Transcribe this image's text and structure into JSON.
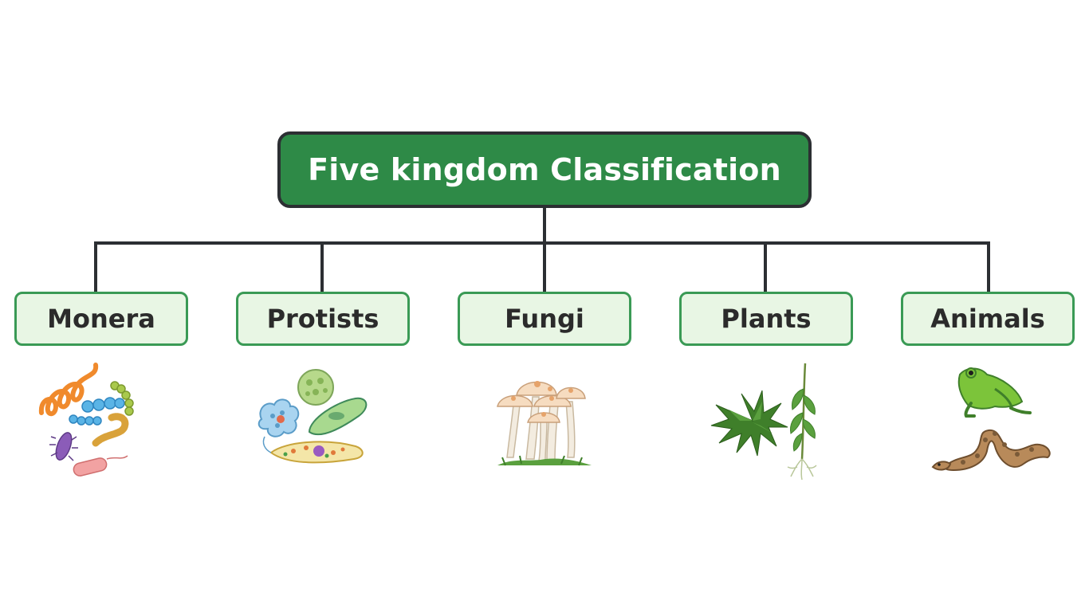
{
  "root": {
    "title": "Five kingdom Classification"
  },
  "kingdoms": [
    {
      "label": "Monera",
      "icon": "bacteria-illustration-icon"
    },
    {
      "label": "Protists",
      "icon": "protists-illustration-icon"
    },
    {
      "label": "Fungi",
      "icon": "mushroom-illustration-icon"
    },
    {
      "label": "Plants",
      "icon": "plants-illustration-icon"
    },
    {
      "label": "Animals",
      "icon": "frog-snake-illustration-icon"
    }
  ],
  "colors": {
    "root_fill": "#2e8a47",
    "root_border": "#2c2f33",
    "node_fill": "#e8f6e4",
    "node_border": "#3a9a55",
    "connector": "#2c2f33"
  }
}
